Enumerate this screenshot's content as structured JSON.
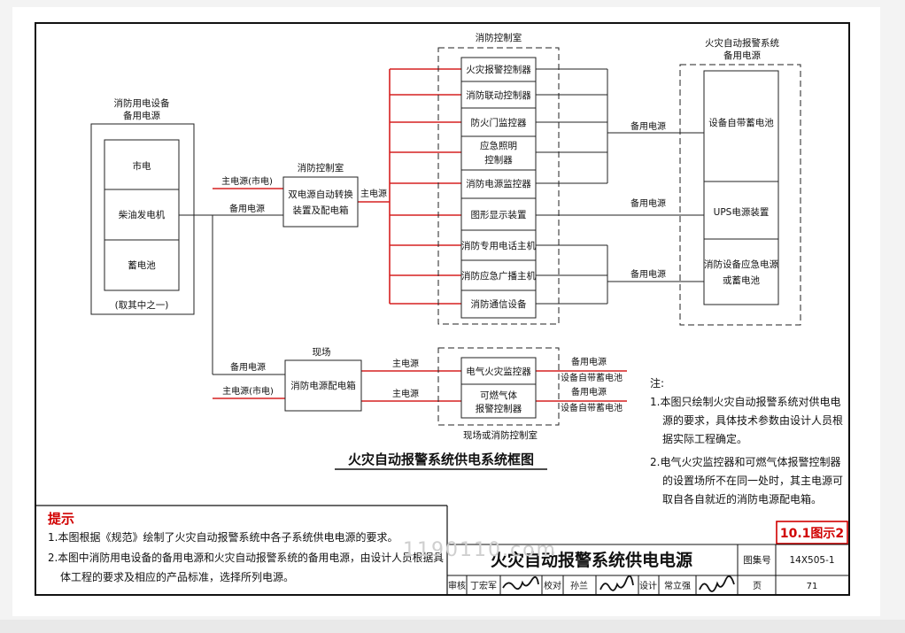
{
  "diagram": {
    "title": "火灾自动报警系统供电系统框图",
    "left_group": {
      "title_line1": "消防用电设备",
      "title_line2": "备用电源",
      "items": [
        "市电",
        "柴油发电机",
        "蓄电池"
      ],
      "footer": "(取其中之一)"
    },
    "switch_box": {
      "header": "消防控制室",
      "line1": "双电源自动转换",
      "line2": "装置及配电箱"
    },
    "distribution_box": {
      "header": "现场",
      "label": "消防电源配电箱"
    },
    "control_room": {
      "header": "消防控制室",
      "items": [
        "火灾报警控制器",
        "消防联动控制器",
        "防火门监控器",
        "应急照明",
        "控制器",
        "消防电源监控器",
        "图形显示装置",
        "消防专用电话主机",
        "消防应急广播主机",
        "消防通信设备"
      ]
    },
    "site_room": {
      "footer": "现场或消防控制室",
      "item1": "电气火灾监控器",
      "item2_line1": "可燃气体",
      "item2_line2": "报警控制器"
    },
    "backup_system": {
      "title_line1": "火灾自动报警系统",
      "title_line2": "备用电源",
      "items": [
        "设备自带蓄电池",
        "UPS电源装置",
        "消防设备应急电源",
        "或蓄电池"
      ]
    },
    "line_labels": {
      "main_city": "主电源(市电)",
      "backup": "备用电源",
      "main": "主电源",
      "backup_battery": "设备自带蓄电池"
    }
  },
  "notes": {
    "heading": "注:",
    "lines": [
      "1.本图只绘制火灾自动报警系统对供电电",
      "源的要求，具体技术参数由设计人员根",
      "据实际工程确定。",
      "2.电气火灾监控器和可燃气体报警控制器",
      "的设置场所不在同一处时，其主电源可",
      "取自各自就近的消防电源配电箱。"
    ]
  },
  "hint": {
    "heading": "提示",
    "lines": [
      "1.本图根据《规范》绘制了火灾自动报警系统中各子系统供电电源的要求。",
      "2.本图中消防用电设备的备用电源和火灾自动报警系统的备用电源，由设计人员根据具",
      "体工程的要求及相应的产品标准，选择所列电源。"
    ]
  },
  "title_block": {
    "figure_no": "10.1图示2",
    "title": "火灾自动报警系统供电电源",
    "atlas_label": "图集号",
    "atlas_no": "14X505-1",
    "review_label": "审核",
    "reviewer": "丁宏军",
    "check_label": "校对",
    "checker": "孙兰",
    "design_label": "设计",
    "designer": "常立强",
    "page_label": "页",
    "page_no": "71"
  },
  "watermark": "1190110.com"
}
